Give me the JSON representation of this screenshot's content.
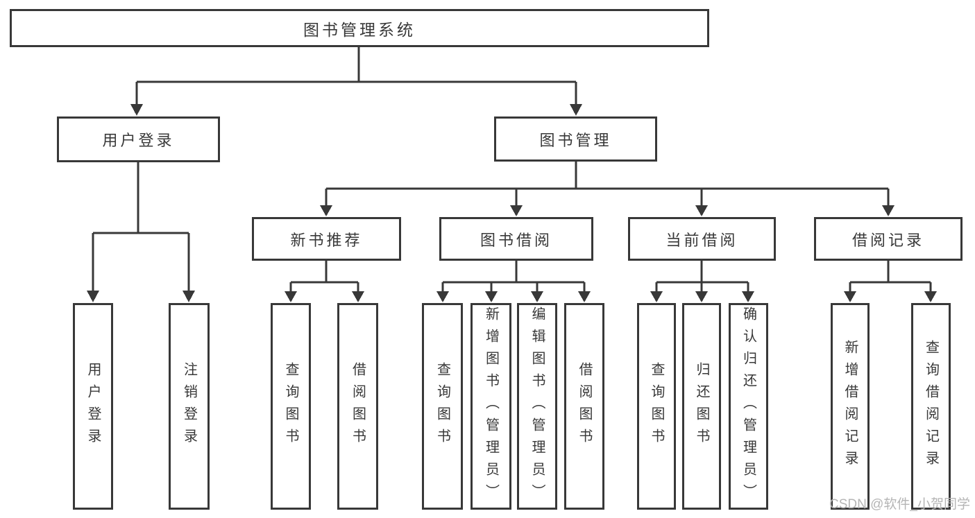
{
  "tree": {
    "root": {
      "label": "图书管理系统"
    },
    "level2": [
      {
        "label": "用户登录",
        "children": [
          "用户登录",
          "注销登录"
        ]
      },
      {
        "label": "图书管理",
        "children": [
          {
            "label": "新书推荐",
            "children": [
              "查询图书",
              "借阅图书"
            ]
          },
          {
            "label": "图书借阅",
            "children": [
              "查询图书",
              "新增图书（管理员）",
              "编辑图书（管理员）",
              "借阅图书"
            ]
          },
          {
            "label": "当前借阅",
            "children": [
              "查询图书",
              "归还图书",
              "确认归还（管理员）"
            ]
          },
          {
            "label": "借阅记录",
            "children": [
              "新增借阅记录",
              "查询借阅记录"
            ]
          }
        ]
      }
    ]
  },
  "watermark": {
    "text": "CSDN @软件_小贺同学"
  },
  "colors": {
    "line": "#383838",
    "text": "#383838",
    "watermark": "#b5b5b5",
    "background": "#ffffff"
  }
}
